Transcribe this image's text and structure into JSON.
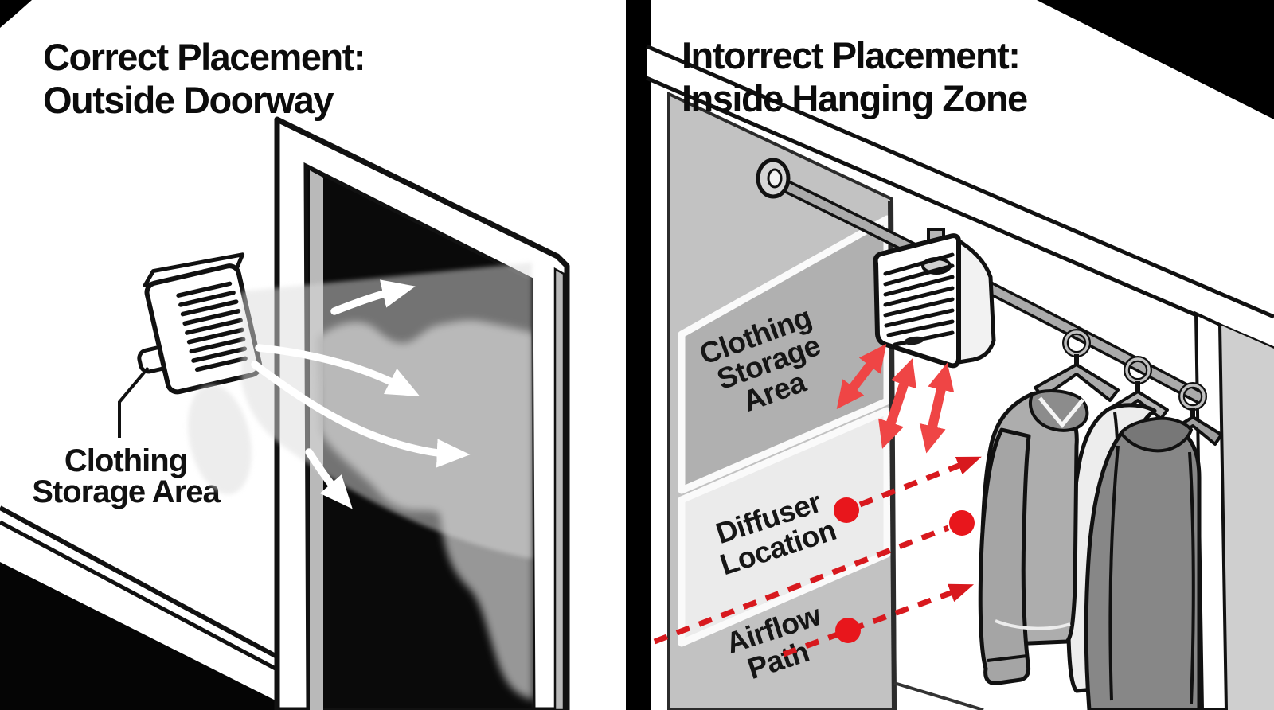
{
  "left_panel": {
    "title_line1": "Correct Placement:",
    "title_line2": "Outside Doorway",
    "storage_label_line1": "Clothing",
    "storage_label_line2": "Storage Area"
  },
  "right_panel": {
    "title_line1": "Intorrect Placement:",
    "title_line2": "Inside Hanging Zone",
    "zone_label_line1": "Clothing",
    "zone_label_line2": "Storage",
    "zone_label_line3": "Area",
    "diffuser_label_line1": "Diffuser",
    "diffuser_label_line2": "Location",
    "airflow_label_line1": "Airflow",
    "airflow_label_line2": "Path"
  },
  "colors": {
    "background": "#ffffff",
    "divider": "#000000",
    "interior_dark": "#0a0a0a",
    "mist": "#979797",
    "spray_cone": "#dcdcdc",
    "airflow_arrow_white": "#ffffff",
    "red_dot": "#e8161c",
    "red_dash": "#d8191e",
    "red_double_arrow": "#ef4545",
    "wall_base": "#c2c2c2",
    "wall_panel_dark": "#b0b0b0",
    "wall_panel_light": "#ebebeb",
    "right_wall": "#cfcfcf",
    "rod_gray": "#ababab",
    "jacket_light": "#adadad",
    "shirt_white": "#ededed",
    "jacket_dark": "#878787"
  }
}
